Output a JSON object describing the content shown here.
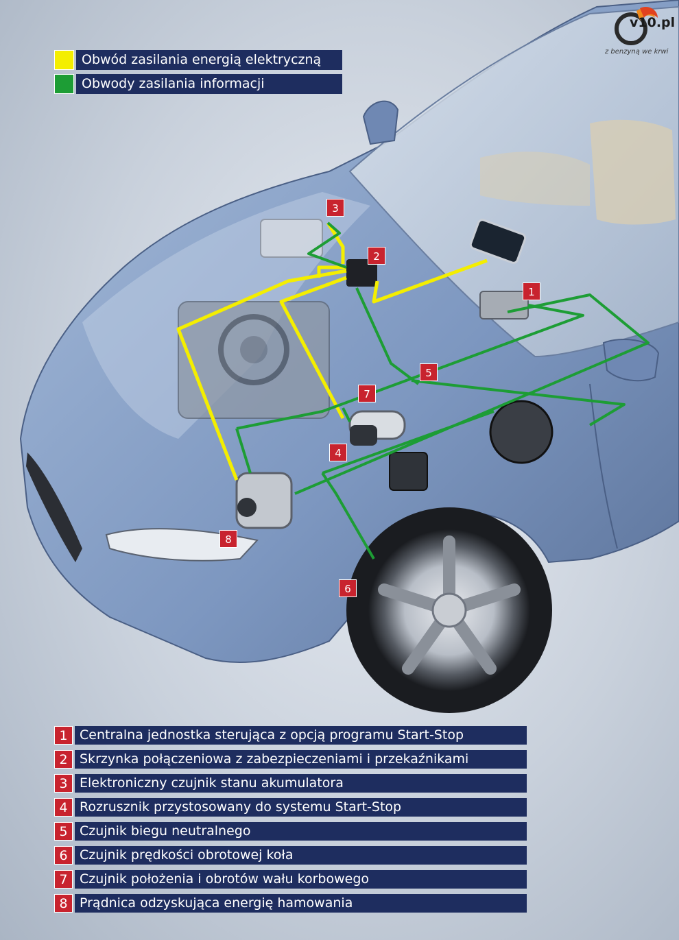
{
  "legend": [
    {
      "color": "#f4ee00",
      "label": "Obwód zasilania energią elektryczną"
    },
    {
      "color": "#1d9d35",
      "label": "Obwody zasilania informacji"
    }
  ],
  "logo": {
    "text": "v10.pl",
    "tagline": "z benzyną we krwi"
  },
  "callouts": [
    "1",
    "2",
    "3",
    "4",
    "5",
    "6",
    "7",
    "8"
  ],
  "components": [
    {
      "num": "1",
      "label": "Centralna jednostka sterująca z opcją programu Start-Stop"
    },
    {
      "num": "2",
      "label": "Skrzynka połączeniowa z zabezpieczeniami i przekaźnikami"
    },
    {
      "num": "3",
      "label": "Elektroniczny czujnik stanu akumulatora"
    },
    {
      "num": "4",
      "label": "Rozrusznik przystosowany do systemu Start-Stop"
    },
    {
      "num": "5",
      "label": "Czujnik biegu neutralnego"
    },
    {
      "num": "6",
      "label": "Czujnik prędkości obrotowej koła"
    },
    {
      "num": "7",
      "label": "Czujnik położenia i obrotów wału korbowego"
    },
    {
      "num": "8",
      "label": "Prądnica odzyskująca energię hamowania"
    }
  ],
  "colors": {
    "accent_red": "#c8232e",
    "label_bg": "#1e2d5f",
    "power_wire": "#f4ee00",
    "info_wire": "#1d9d35"
  }
}
